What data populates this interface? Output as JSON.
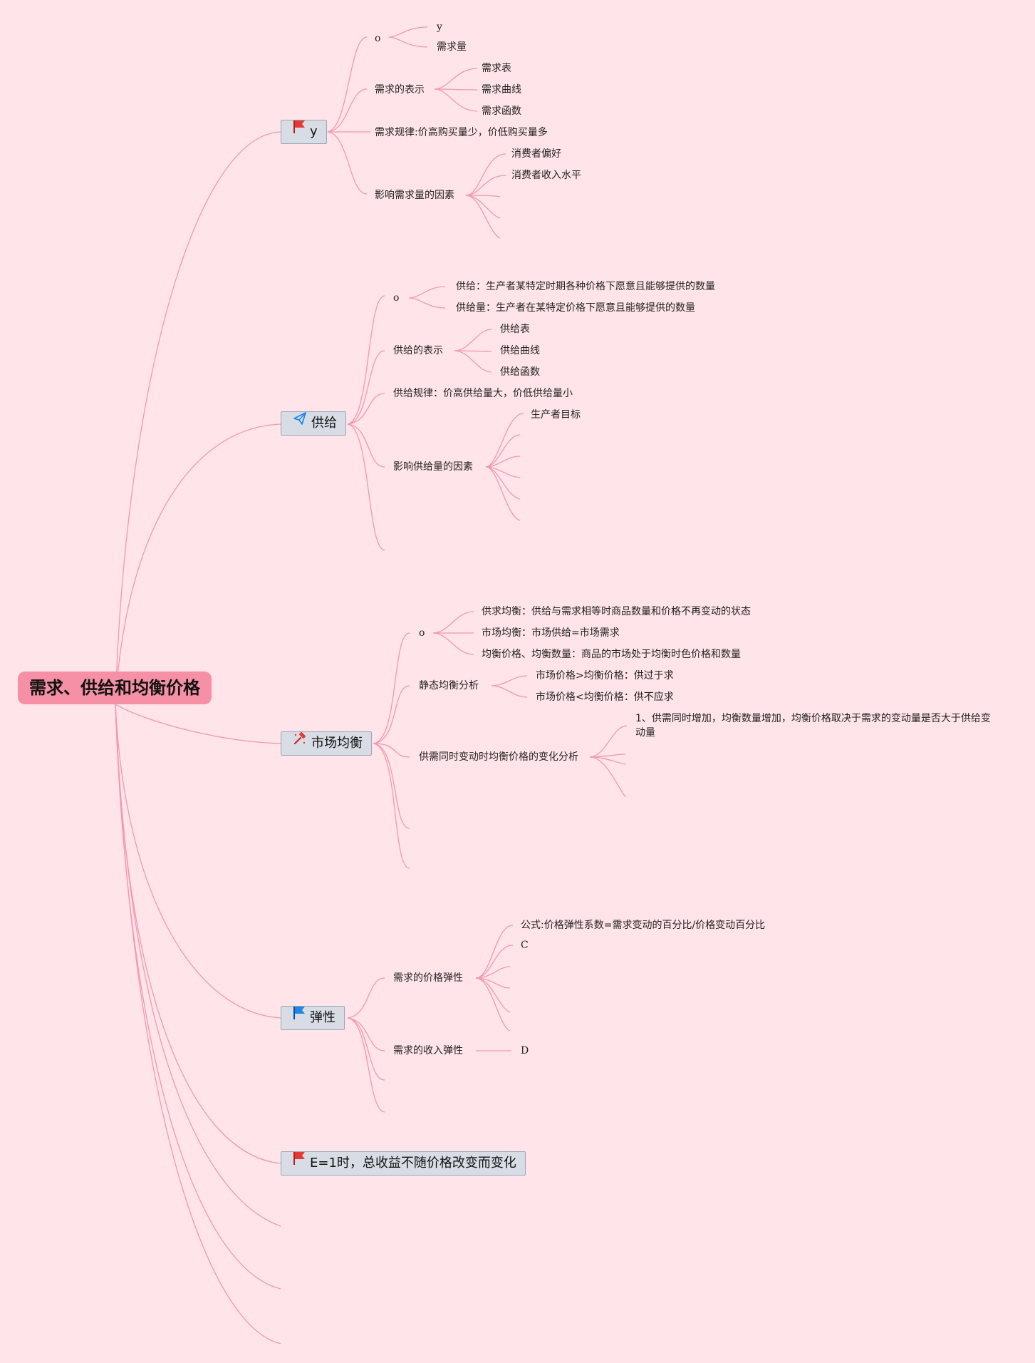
{
  "root": {
    "title": "需求、供给和均衡价格"
  },
  "branches": [
    {
      "label": "y",
      "icon": "red-flag-icon",
      "children": {
        "o": "o",
        "o_items": [
          "y",
          "需求量"
        ],
        "representation": "需求的表示",
        "representation_items": [
          "需求表",
          "需求曲线",
          "需求函数"
        ],
        "law": "需求规律:价高购买量少，价低购买量多",
        "factors": "影响需求量的因素",
        "factors_items": [
          "消费者偏好",
          "消费者收入水平"
        ]
      }
    },
    {
      "label": "供给",
      "icon": "paper-plane-icon",
      "children": {
        "o": "o",
        "o_items": [
          "供给：生产者某特定时期各种价格下愿意且能够提供的数量",
          "供给量：生产者在某特定价格下愿意且能够提供的数量"
        ],
        "representation": "供给的表示",
        "representation_items": [
          "供给表",
          "供给曲线",
          "供给函数"
        ],
        "law": "供给规律：价高供给量大，价低供给量小",
        "factors": "影响供给量的因素",
        "factors_items": [
          "生产者目标"
        ]
      }
    },
    {
      "label": "市场均衡",
      "icon": "hammer-icon",
      "children": {
        "o": "o",
        "o_items": [
          "供求均衡：供给与需求相等时商品数量和价格不再变动的状态",
          "市场均衡：市场供给=市场需求",
          "均衡价格、均衡数量：商品的市场处于均衡时色价格和数量"
        ],
        "static": "静态均衡分析",
        "static_items": [
          "市场价格>均衡价格：供过于求",
          "市场价格<均衡价格：供不应求"
        ],
        "change": "供需同时变动时均衡价格的变化分析",
        "change_items": [
          "1、供需同时增加，均衡数量增加，均衡价格取决于需求的变动量是否大于供给变动量"
        ]
      }
    },
    {
      "label": "弹性",
      "icon": "blue-flag-icon",
      "children": {
        "price": "需求的价格弹性",
        "price_items": [
          "公式:价格弹性系数=需求变动的百分比/价格变动百分比",
          "C"
        ],
        "income": "需求的收入弹性",
        "income_items": [
          "D"
        ]
      }
    },
    {
      "label": "E=1时，总收益不随价格改变而变化",
      "icon": "red-flag-icon"
    }
  ],
  "colors": {
    "background": "#ffe4ea",
    "root_fill": "#f590a6",
    "connector": "#f199ae",
    "branch_fill": "#d8dde5"
  }
}
